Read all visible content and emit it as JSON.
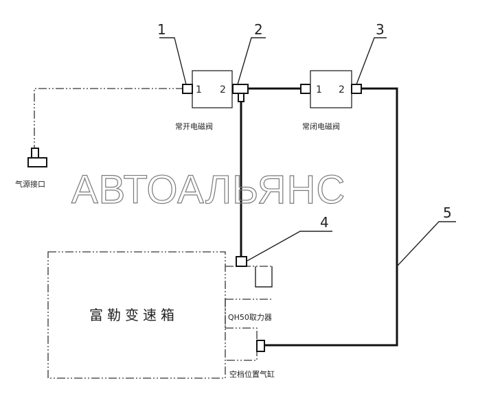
{
  "callouts": {
    "n1": "1",
    "n2": "2",
    "n3": "3",
    "n4": "4",
    "n5": "5"
  },
  "valve_open": {
    "port1": "1",
    "port2": "2",
    "name": "常开电磁阀"
  },
  "valve_closed": {
    "port1": "1",
    "port2": "2",
    "name": "常闭电磁阀"
  },
  "air_source": "气源接口",
  "gearbox": "富勒变速箱",
  "pto": "QH50取力器",
  "neutral_cylinder": "空档位置气缸",
  "watermark": "АВТОАЛЬЯНС"
}
